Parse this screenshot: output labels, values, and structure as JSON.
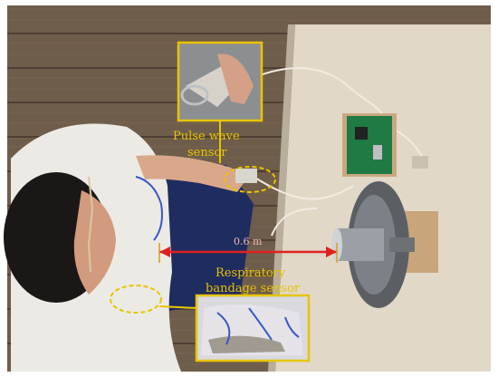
{
  "photo": {
    "labels": {
      "pulse_line1": "Pulse wave",
      "pulse_line2": "sensor",
      "resp_line1": "Respiratory",
      "resp_line2": "bandage sensor",
      "distance": "0.6 m"
    },
    "colors": {
      "annotation": "#e8c400",
      "distance_arrow": "#e02020",
      "floor": "#6b5a48",
      "desk": "#e2d7c6"
    },
    "icons": {
      "radar": "radar-antenna-icon",
      "board": "circuit-board-icon"
    }
  }
}
